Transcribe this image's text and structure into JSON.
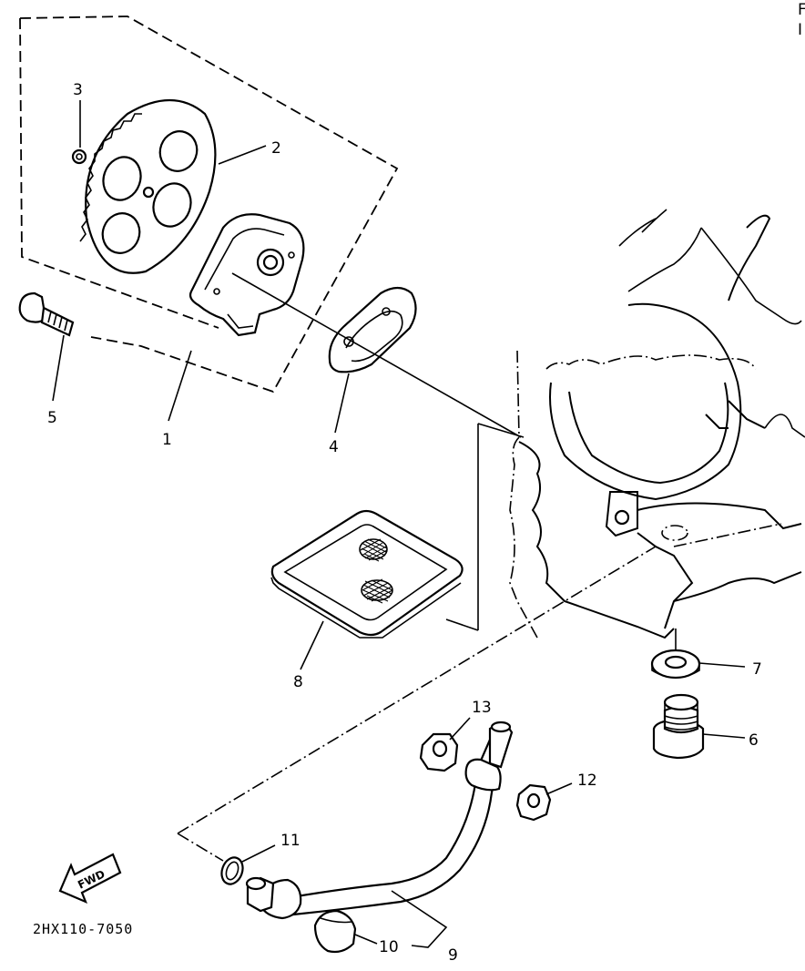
{
  "corner_text": [
    "F",
    "I"
  ],
  "drawing_code": "2HX110-7050",
  "fwd_label": "FWD",
  "callouts": {
    "p1": "1",
    "p2": "2",
    "p3": "3",
    "p4": "4",
    "p5": "5",
    "p6": "6",
    "p7": "7",
    "p8": "8",
    "p9": "9",
    "p10": "10",
    "p11": "11",
    "p12": "12",
    "p13": "13"
  }
}
